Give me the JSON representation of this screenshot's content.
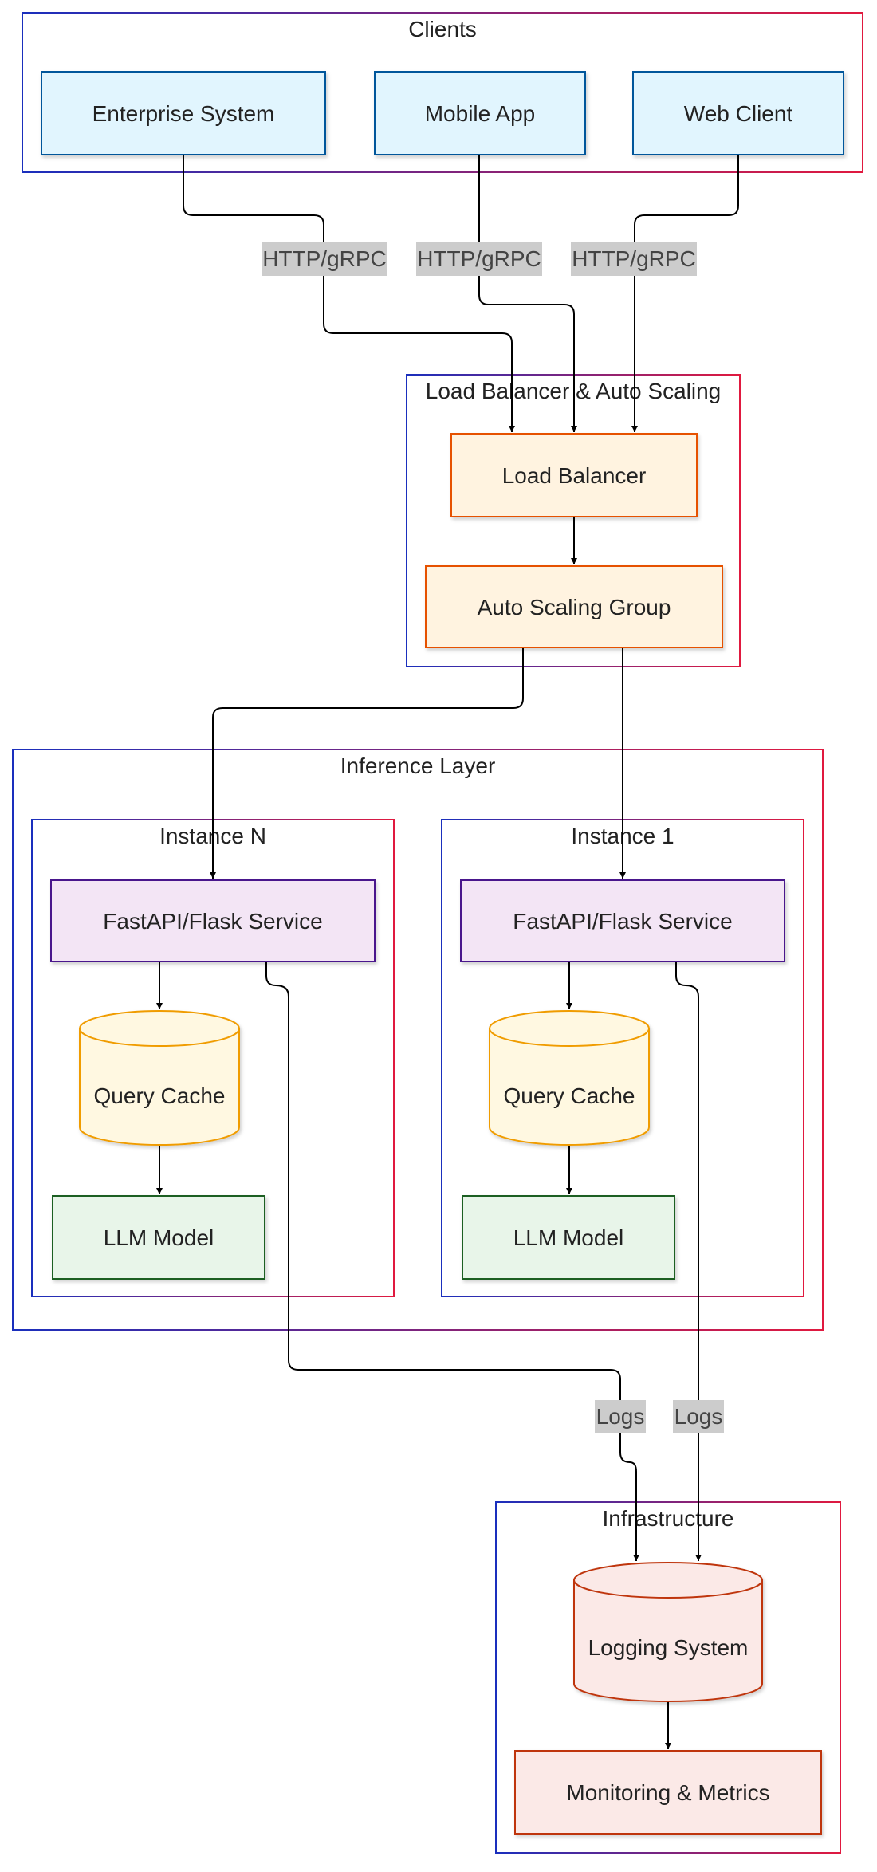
{
  "groups": {
    "clients": {
      "title": "Clients"
    },
    "load_balancing": {
      "title": "Load Balancer & Auto Scaling"
    },
    "inference": {
      "title": "Inference Layer"
    },
    "instance_n": {
      "title": "Instance N"
    },
    "instance_1": {
      "title": "Instance 1"
    },
    "infrastructure": {
      "title": "Infrastructure"
    }
  },
  "nodes": {
    "enterprise_system": "Enterprise System",
    "mobile_app": "Mobile App",
    "web_client": "Web Client",
    "load_balancer": "Load Balancer",
    "auto_scaling_group": "Auto Scaling Group",
    "instance_n_service": "FastAPI/Flask Service",
    "instance_n_cache": "Query Cache",
    "instance_n_model": "LLM Model",
    "instance_1_service": "FastAPI/Flask Service",
    "instance_1_cache": "Query Cache",
    "instance_1_model": "LLM Model",
    "logging_system": "Logging System",
    "monitoring_metrics": "Monitoring & Metrics"
  },
  "edge_labels": {
    "enterprise_to_lb": "HTTP/gRPC",
    "mobile_to_lb": "HTTP/gRPC",
    "web_to_lb": "HTTP/gRPC",
    "instance_n_logs": "Logs",
    "instance_1_logs": "Logs"
  },
  "colors": {
    "client_fill": "#e1f5fe",
    "client_stroke": "#01579b",
    "lb_fill": "#fff3e0",
    "lb_stroke": "#e65100",
    "service_fill": "#f3e5f5",
    "service_stroke": "#4a148c",
    "cache_fill": "#fff8e1",
    "cache_stroke": "#f09c00",
    "model_fill": "#e8f5e9",
    "model_stroke": "#1b5e20",
    "infra_fill": "#fbe9e7",
    "infra_stroke": "#bf360c",
    "group_gradient_start": "#1a2fbd",
    "group_gradient_end": "#e0193f",
    "edge_label_bg": "#cccccc"
  }
}
